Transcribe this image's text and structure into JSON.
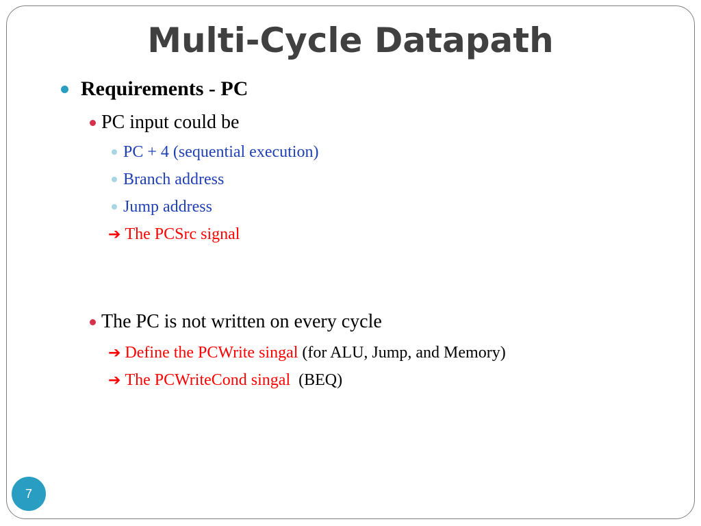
{
  "title": "Multi-Cycle Datapath",
  "colors": {
    "bullet_level1": "#2a9ec2",
    "bullet_level2": "#d6334b",
    "bullet_level3": "#a9d4e4",
    "sub_text_blue": "#1f3fb5",
    "highlight_red": "#ff0000",
    "frame_border": "#7f7f7f",
    "page_badge": "#2a9ec2"
  },
  "content": {
    "heading": "Requirements - PC",
    "pc_input": {
      "label": "PC input could be",
      "options": [
        "PC + 4 (sequential execution)",
        "Branch address",
        "Jump address"
      ],
      "conclusion_arrow": "➔",
      "conclusion": "The PCSrc signal"
    },
    "pc_write": {
      "label": "The PC is not written on every cycle",
      "arrow": "➔",
      "items": [
        {
          "highlight": "Define the PCWrite singal",
          "note": "(for ALU, Jump, and Memory)"
        },
        {
          "highlight": "The PCWriteCond singal",
          "note": "(BEQ)"
        }
      ]
    }
  },
  "page_number": "7"
}
